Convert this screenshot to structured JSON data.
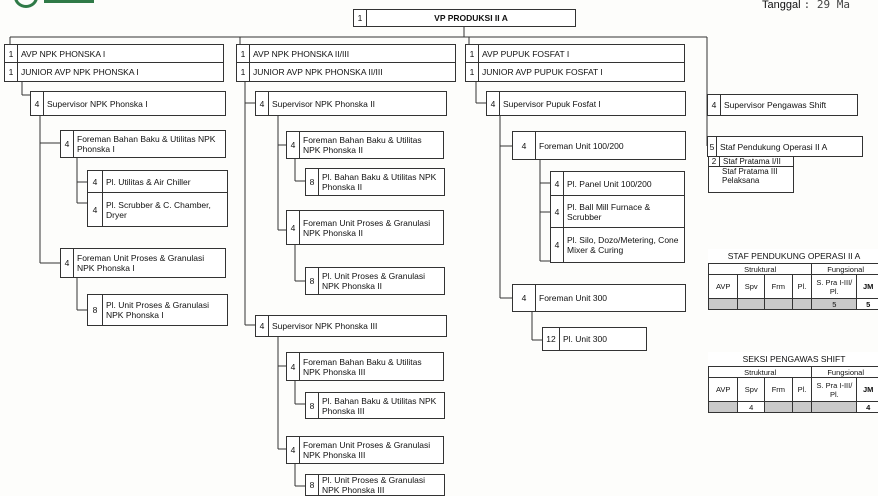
{
  "header": {
    "tanggal_label": "Tanggal",
    "tanggal_value": ": 29 Ma"
  },
  "vp": {
    "num": "1",
    "label": "VP PRODUKSI II A"
  },
  "avp": [
    {
      "num": "1",
      "label": "AVP  NPK PHONSKA I"
    },
    {
      "num": "1",
      "label": "AVP  NPK PHONSKA II/III"
    },
    {
      "num": "1",
      "label": "AVP  PUPUK FOSFAT  I"
    }
  ],
  "junior": [
    {
      "num": "1",
      "label": "JUNIOR AVP  NPK PHONSKA I"
    },
    {
      "num": "1",
      "label": "JUNIOR AVP NPK PHONSKA II/III"
    },
    {
      "num": "1",
      "label": "JUNIOR AVP PUPUK FOSFAT  I"
    }
  ],
  "col1": {
    "supervisor": {
      "num": "4",
      "label": "Supervisor  NPK Phonska  I"
    },
    "foreman1": {
      "num": "4",
      "label": "Foreman Bahan Baku & Utilitas NPK Phonska I"
    },
    "pl1": {
      "num": "4",
      "label": "Pl. Utilitas & Air Chiller"
    },
    "pl2": {
      "num": "4",
      "label": "Pl. Scrubber & C. Chamber, Dryer"
    },
    "foreman2": {
      "num": "4",
      "label": "Foreman Unit Proses & Granulasi NPK Phonska I"
    },
    "pl3": {
      "num": "8",
      "label": "Pl. Unit Proses & Granulasi NPK Phonska I"
    }
  },
  "col2": {
    "supervisor": {
      "num": "4",
      "label": "Supervisor  NPK Phonska II"
    },
    "foreman1": {
      "num": "4",
      "label": "Foreman Bahan Baku & Utilitas NPK Phonska II"
    },
    "pl1": {
      "num": "8",
      "label": "Pl. Bahan Baku & Utilitas NPK Phonska II"
    },
    "foreman2": {
      "num": "4",
      "label": "Foreman Unit Proses & Granulasi NPK Phonska II"
    },
    "pl2": {
      "num": "8",
      "label": "Pl. Unit Proses & Granulasi NPK Phonska II"
    },
    "supervisor3": {
      "num": "4",
      "label": "Supervisor  NPK Phonska III"
    },
    "foreman3": {
      "num": "4",
      "label": "Foreman Bahan Baku & Utilitas NPK Phonska III"
    },
    "pl3": {
      "num": "8",
      "label": "Pl. Bahan Baku & Utilitas NPK Phonska III"
    },
    "foreman4": {
      "num": "4",
      "label": "Foreman Unit Proses & Granulasi NPK Phonska III"
    },
    "pl4": {
      "num": "8",
      "label": "Pl. Unit Proses & Granulasi NPK Phonska III"
    }
  },
  "col3": {
    "supervisor": {
      "num": "4",
      "label": "Supervisor  Pupuk Fosfat  I"
    },
    "foreman1": {
      "num": "4",
      "label": "Foreman Unit 100/200"
    },
    "pl1": {
      "num": "4",
      "label": "Pl. Panel Unit 100/200"
    },
    "pl2": {
      "num": "4",
      "label": "Pl. Ball Mill Furnace & Scrubber"
    },
    "pl3": {
      "num": "4",
      "label": "Pl. Silo, Dozo/Metering, Cone Mixer & Curing"
    },
    "foreman2": {
      "num": "4",
      "label": "Foreman Unit 300"
    },
    "pl4": {
      "num": "12",
      "label": "Pl. Unit 300"
    }
  },
  "col4": {
    "pengawas": {
      "num": "4",
      "label": "Supervisor Pengawas  Shift"
    },
    "staf": {
      "num": "5",
      "label": "Staf Pendukung Operasi II A"
    },
    "staf_items": [
      {
        "num": "2",
        "label": "Staf Pratama I/II"
      },
      {
        "num": "",
        "label": "Staf Pratama III"
      },
      {
        "num": "",
        "label": "Pelaksana"
      }
    ]
  },
  "table1": {
    "caption": "STAF PENDUKUNG OPERASI II A",
    "struktural": "Struktural",
    "fungsional": "Fungsional",
    "cols": [
      "AVP",
      "Spv",
      "Frm",
      "Pl.",
      "S. Pra I-III/ Pl.",
      "JM"
    ],
    "values": [
      "",
      "",
      "",
      "",
      "5",
      "5"
    ]
  },
  "table2": {
    "caption": "SEKSI PENGAWAS SHIFT",
    "struktural": "Struktural",
    "fungsional": "Fungsional",
    "cols": [
      "AVP",
      "Spv",
      "Frm",
      "Pl.",
      "S. Pra I-III/ Pl.",
      "JM"
    ],
    "values": [
      "",
      "4",
      "",
      "",
      "",
      "4"
    ]
  }
}
